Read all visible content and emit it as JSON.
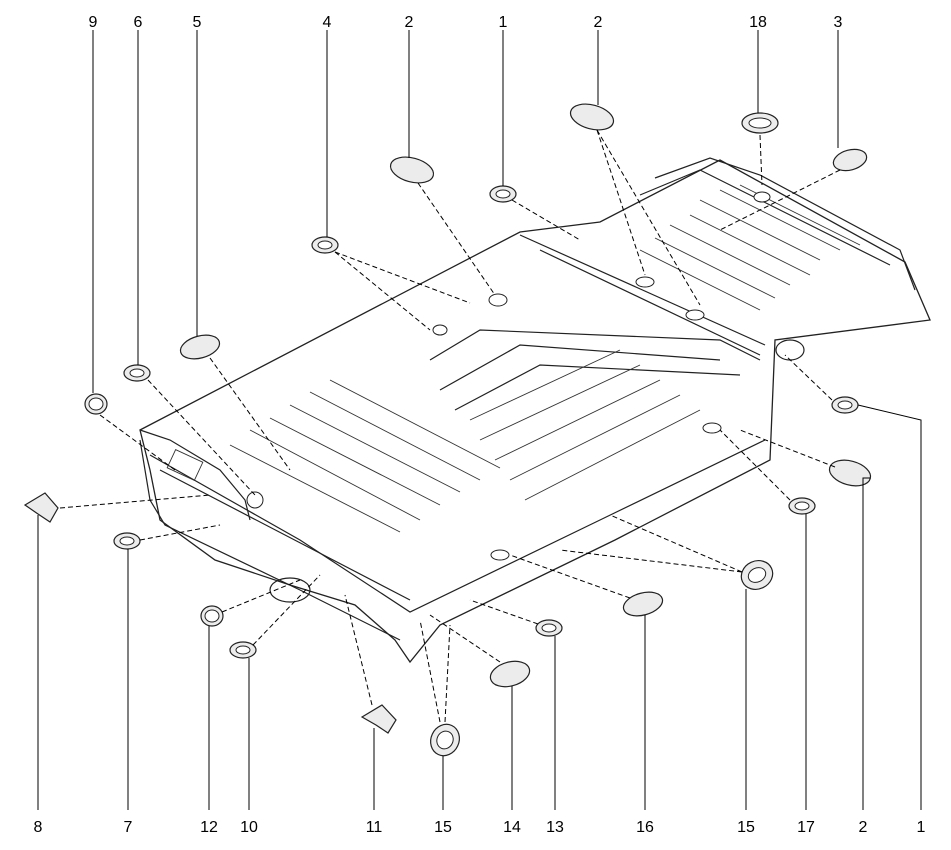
{
  "diagram": {
    "callouts_top": [
      "9",
      "6",
      "5",
      "4",
      "2",
      "1",
      "2",
      "18",
      "3"
    ],
    "callouts_bottom": [
      "8",
      "7",
      "12",
      "10",
      "11",
      "15",
      "14",
      "13",
      "16",
      "15",
      "17",
      "2",
      "1"
    ]
  }
}
